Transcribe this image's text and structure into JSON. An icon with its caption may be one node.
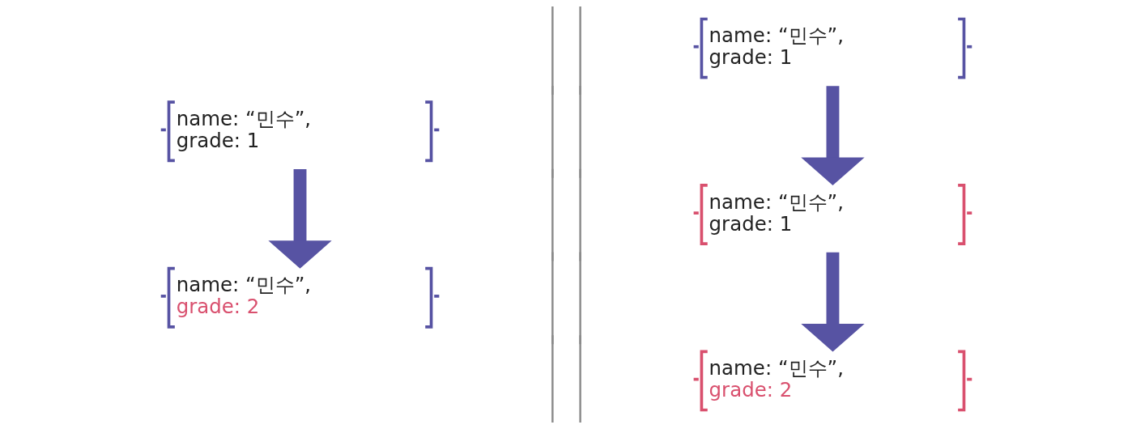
{
  "diagram": {
    "nodes": [
      {
        "text": [
          "name: “민수”,",
          "grade: 1"
        ]
      },
      {
        "text": [
          "name: “민수”,",
          "grade: 2"
        ]
      },
      {
        "text": [
          "name: “민수”,",
          "grade: 1"
        ]
      },
      {
        "text": [
          "name: “민수”,",
          "grade: 1"
        ]
      },
      {
        "text": [
          "name: “민수”,",
          "grade: 2"
        ]
      }
    ],
    "edges": [
      {
        "from": 0,
        "to": 1,
        "arrow": "to"
      },
      {
        "from": 2,
        "to": 3,
        "arrow": "to"
      },
      {
        "from": 3,
        "to": 4,
        "arrow": "to"
      }
    ]
  }
}
